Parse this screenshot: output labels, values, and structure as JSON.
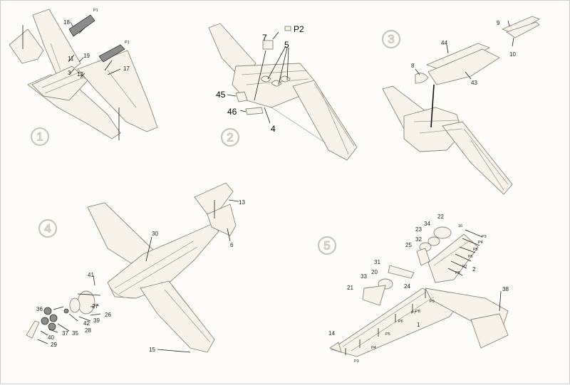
{
  "steps": [
    {
      "number": "1"
    },
    {
      "number": "2"
    },
    {
      "number": "3"
    },
    {
      "number": "4"
    },
    {
      "number": "5"
    }
  ],
  "labels": {
    "s1": {
      "p1a": "P1",
      "p1b": "P1",
      "l18": "18",
      "l11": "11",
      "l19": "19",
      "l3": "3",
      "l12": "12",
      "l17": "17"
    },
    "s2": {
      "l7": "7",
      "p2": "P2",
      "l5": "5",
      "l45": "45",
      "l46": "46",
      "l4": "4"
    },
    "s3": {
      "l9": "9",
      "l10": "10",
      "l44": "44",
      "l8": "8",
      "l43": "43"
    },
    "s4": {
      "l13": "13",
      "l6": "6",
      "l30": "30",
      "l41": "41",
      "l36": "36",
      "l27": "27",
      "l26": "26",
      "l42": "42",
      "l39": "39",
      "l35": "35",
      "l28": "28",
      "l37": "37",
      "l40": "40",
      "l29": "29",
      "l15": "15"
    },
    "s5": {
      "l22": "22",
      "l34": "34",
      "l23": "23",
      "l16": "16",
      "p3a": "P3",
      "p4a": "P4",
      "l32": "32",
      "p5a": "P5",
      "l25": "25",
      "p6a": "P6",
      "l31": "31",
      "p7a": "P7",
      "l2": "2",
      "p8a": "P8",
      "l20": "20",
      "l33": "33",
      "l24": "24",
      "l21": "21",
      "p9": "P9",
      "l38": "38",
      "p8b": "P8",
      "p7b": "P7",
      "p6b": "P6",
      "l1": "1",
      "p5b": "P5",
      "l14": "14",
      "p4b": "P4",
      "p3b": "P3"
    }
  },
  "colors": {
    "part_fill": "#f7f3ea",
    "outline": "#8a8478",
    "photoetch": "#8c8c8c",
    "step_circle": "#c9c4bc"
  }
}
